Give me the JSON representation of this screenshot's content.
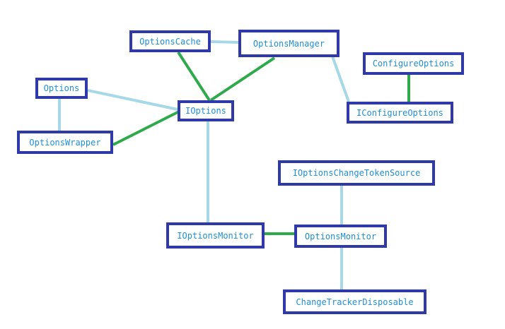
{
  "diagram": {
    "colors": {
      "node_border": "#2f3aa8",
      "node_text": "#1f8fd6",
      "edge_light": "#a6d8e8",
      "edge_green": "#2eaa4a"
    },
    "nodes": {
      "options_cache": "OptionsCache",
      "options_manager": "OptionsManager",
      "configure_options": "ConfigureOptions",
      "options": "Options",
      "ioptions": "IOptions",
      "iconfigure_options": "IConfigureOptions",
      "options_wrapper": "OptionsWrapper",
      "ioptions_change_token_source": "IOptionsChangeTokenSource",
      "ioptions_monitor": "IOptionsMonitor",
      "options_monitor": "OptionsMonitor",
      "change_tracker_disposable": "ChangeTrackerDisposable"
    },
    "edges": [
      {
        "from": "options_cache",
        "to": "options_manager",
        "style": "light"
      },
      {
        "from": "options_cache",
        "to": "ioptions",
        "style": "green"
      },
      {
        "from": "options_manager",
        "to": "ioptions",
        "style": "green"
      },
      {
        "from": "options_manager",
        "to": "iconfigure_options",
        "style": "light"
      },
      {
        "from": "configure_options",
        "to": "iconfigure_options",
        "style": "green"
      },
      {
        "from": "options",
        "to": "ioptions",
        "style": "light"
      },
      {
        "from": "options",
        "to": "options_wrapper",
        "style": "light"
      },
      {
        "from": "options_wrapper",
        "to": "ioptions",
        "style": "green"
      },
      {
        "from": "ioptions",
        "to": "ioptions_monitor",
        "style": "light"
      },
      {
        "from": "ioptions_monitor",
        "to": "options_monitor",
        "style": "green"
      },
      {
        "from": "ioptions_change_token_source",
        "to": "options_monitor",
        "style": "light"
      },
      {
        "from": "options_monitor",
        "to": "change_tracker_disposable",
        "style": "light"
      }
    ]
  }
}
